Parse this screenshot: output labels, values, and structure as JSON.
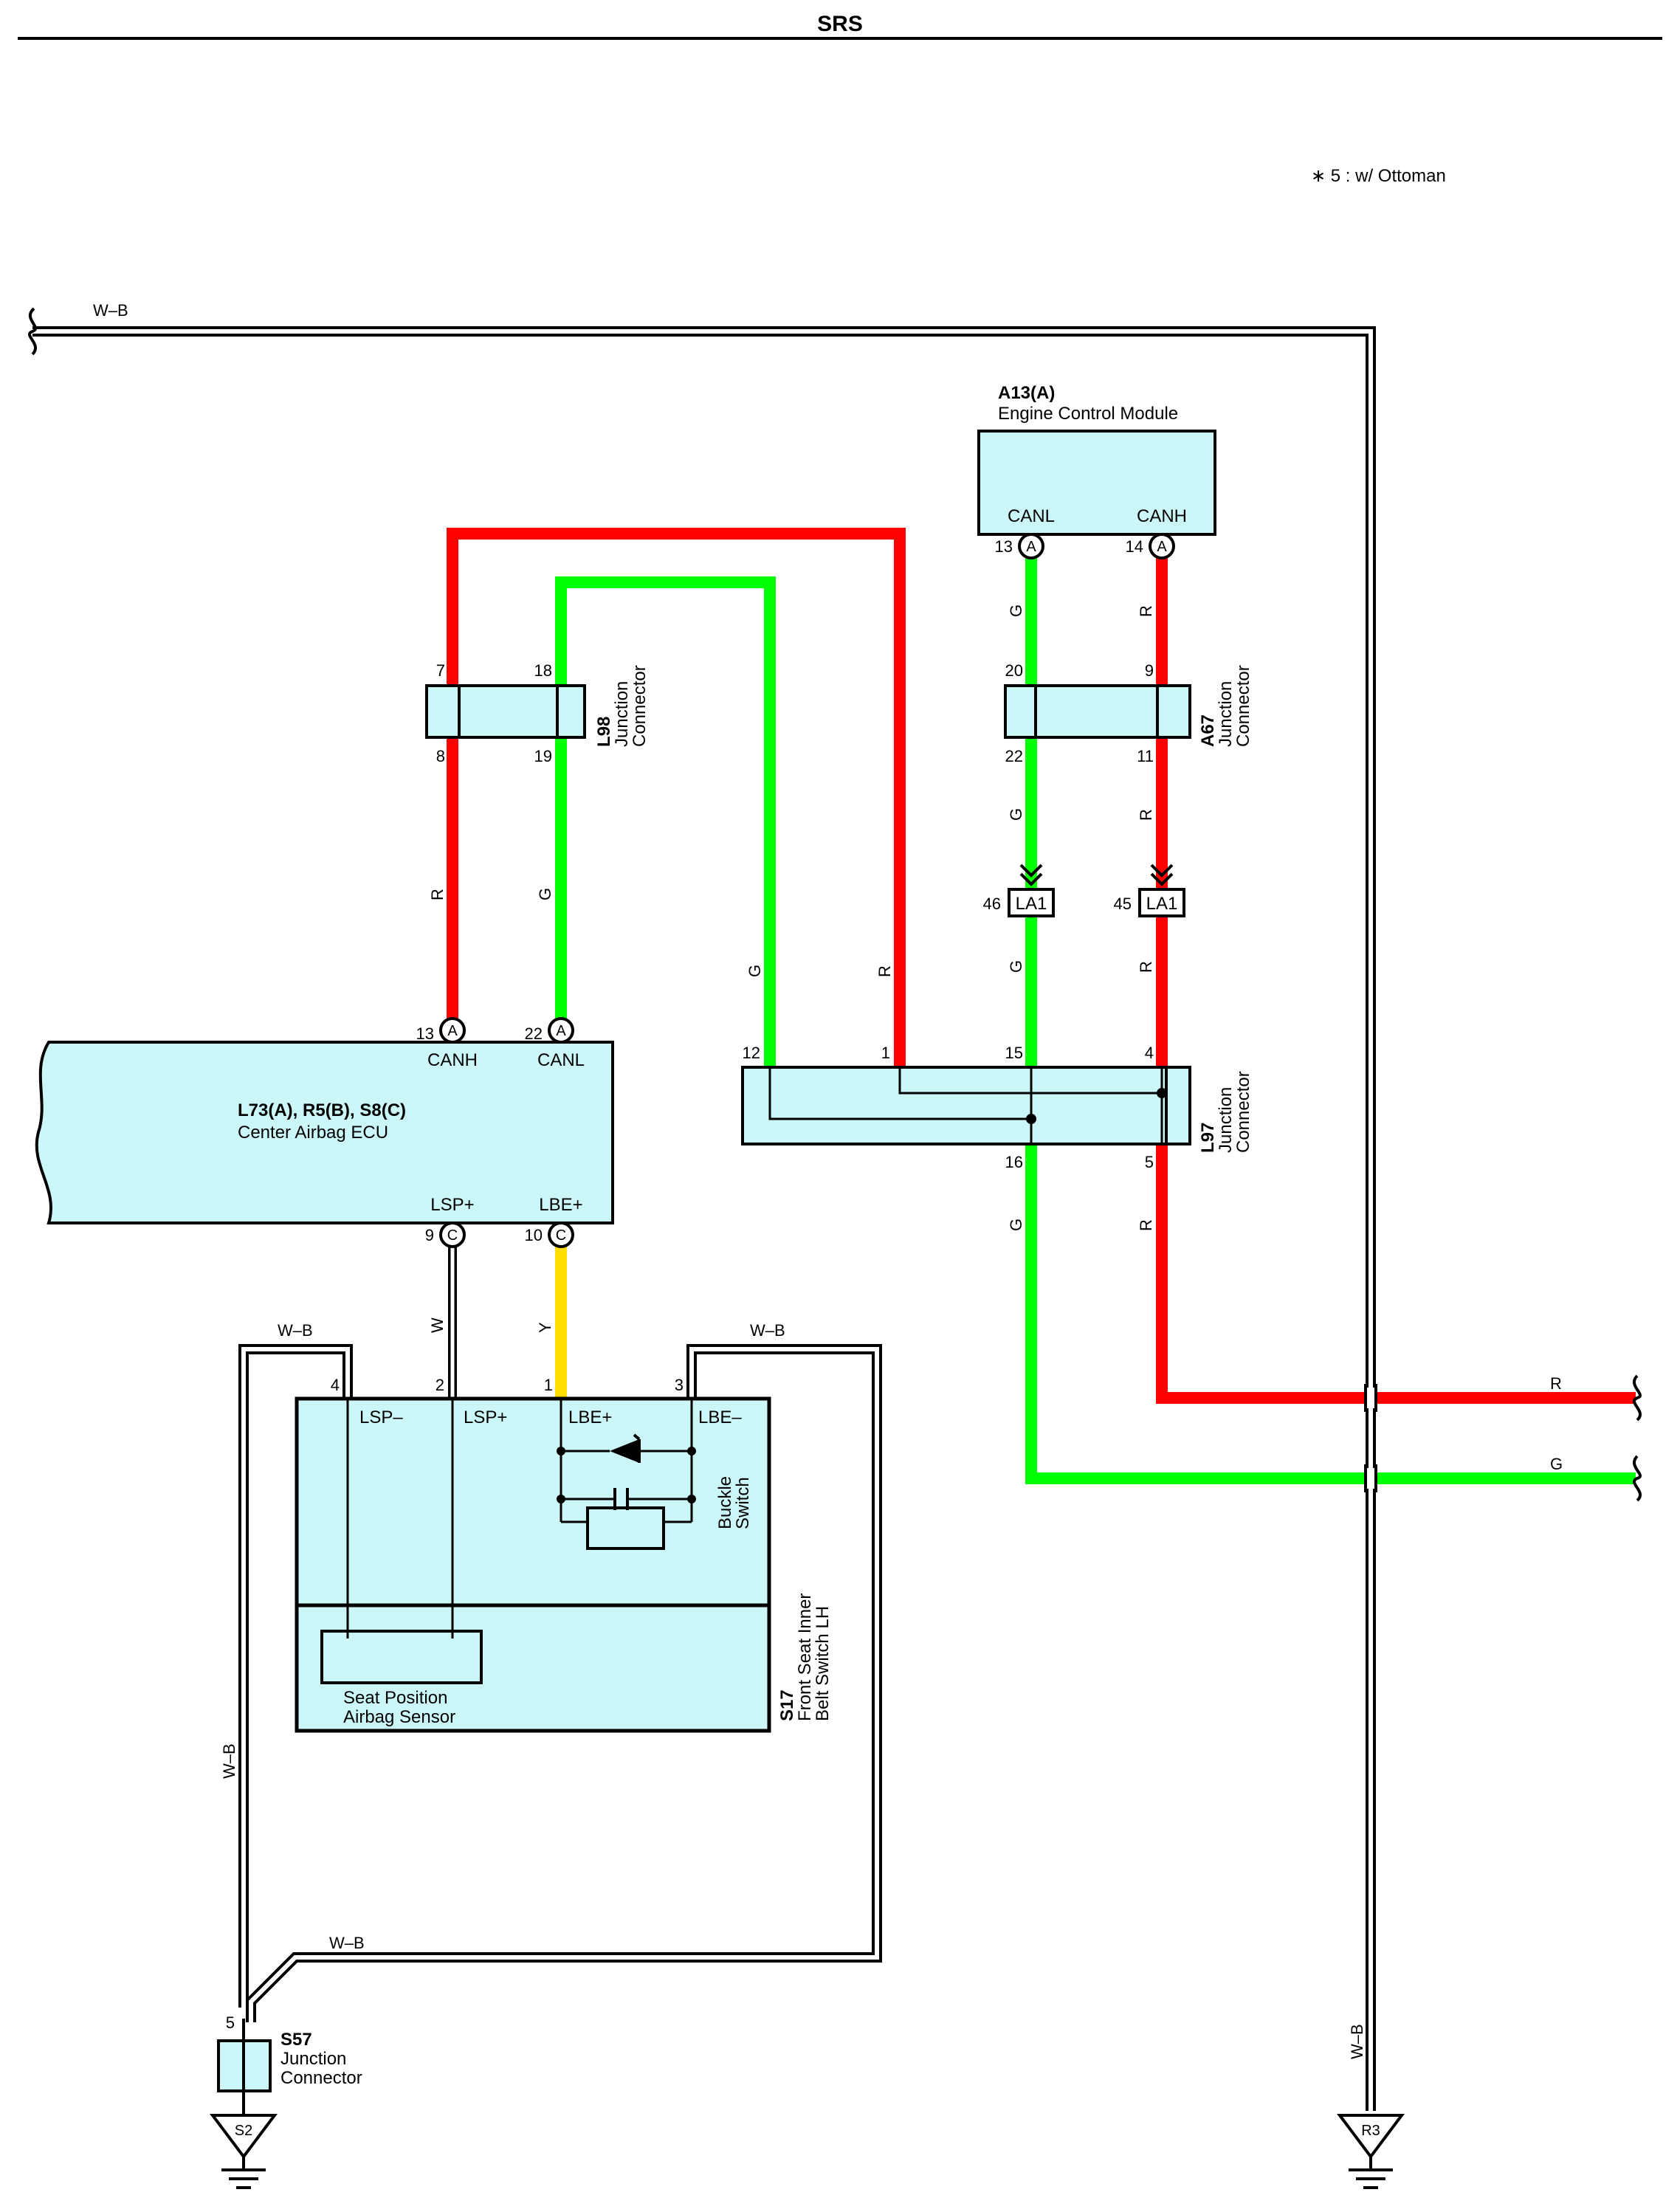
{
  "header": {
    "title": "SRS",
    "note": "∗ 5 : w/ Ottoman"
  },
  "colors": {
    "red": "#ff0000",
    "green": "#00ff00",
    "yellow": "#ffdd00",
    "box_fill": "#ccf7f9",
    "ink": "#000000"
  },
  "ecm": {
    "code": "A13(A)",
    "name": "Engine Control Module",
    "pin_canl": "CANL",
    "pin_canh": "CANH",
    "canl_no": "13",
    "canh_no": "14",
    "conn": "A"
  },
  "l98": {
    "code": "L98",
    "name1": "Junction",
    "name2": "Connector",
    "p7": "7",
    "p18": "18",
    "p8": "8",
    "p19": "19"
  },
  "a67": {
    "code": "A67",
    "name1": "Junction",
    "name2": "Connector",
    "p20": "20",
    "p9": "9",
    "p22": "22",
    "p11": "11"
  },
  "la1": {
    "label": "LA1",
    "p46": "46",
    "p45": "45"
  },
  "l97": {
    "code": "L97",
    "name1": "Junction",
    "name2": "Connector",
    "p12": "12",
    "p1": "1",
    "p15": "15",
    "p4": "4",
    "p16": "16",
    "p5": "5"
  },
  "ecu": {
    "code": "L73(A), R5(B), S8(C)",
    "name": "Center Airbag ECU",
    "canh": "CANH",
    "canl": "CANL",
    "lsp": "LSP+",
    "lbe": "LBE+",
    "canh_no": "13",
    "canl_no": "22",
    "lsp_no": "9",
    "lbe_no": "10",
    "conn_a": "A",
    "conn_c": "C"
  },
  "s17": {
    "code": "S17",
    "name1": "Front Seat Inner",
    "name2": "Belt Switch LH",
    "lsp_minus": "LSP–",
    "lsp_plus": "LSP+",
    "lbe_plus": "LBE+",
    "lbe_minus": "LBE–",
    "p4": "4",
    "p2": "2",
    "p1": "1",
    "p3": "3",
    "buckle1": "Buckle",
    "buckle2": "Switch",
    "sensor1": "Seat Position",
    "sensor2": "Airbag Sensor"
  },
  "s57": {
    "code": "S57",
    "name1": "Junction",
    "name2": "Connector",
    "p5": "5"
  },
  "grounds": {
    "s2": "S2",
    "r3": "R3"
  },
  "wires": {
    "wb": "W–B",
    "r": "R",
    "g": "G",
    "w": "W",
    "y": "Y"
  }
}
